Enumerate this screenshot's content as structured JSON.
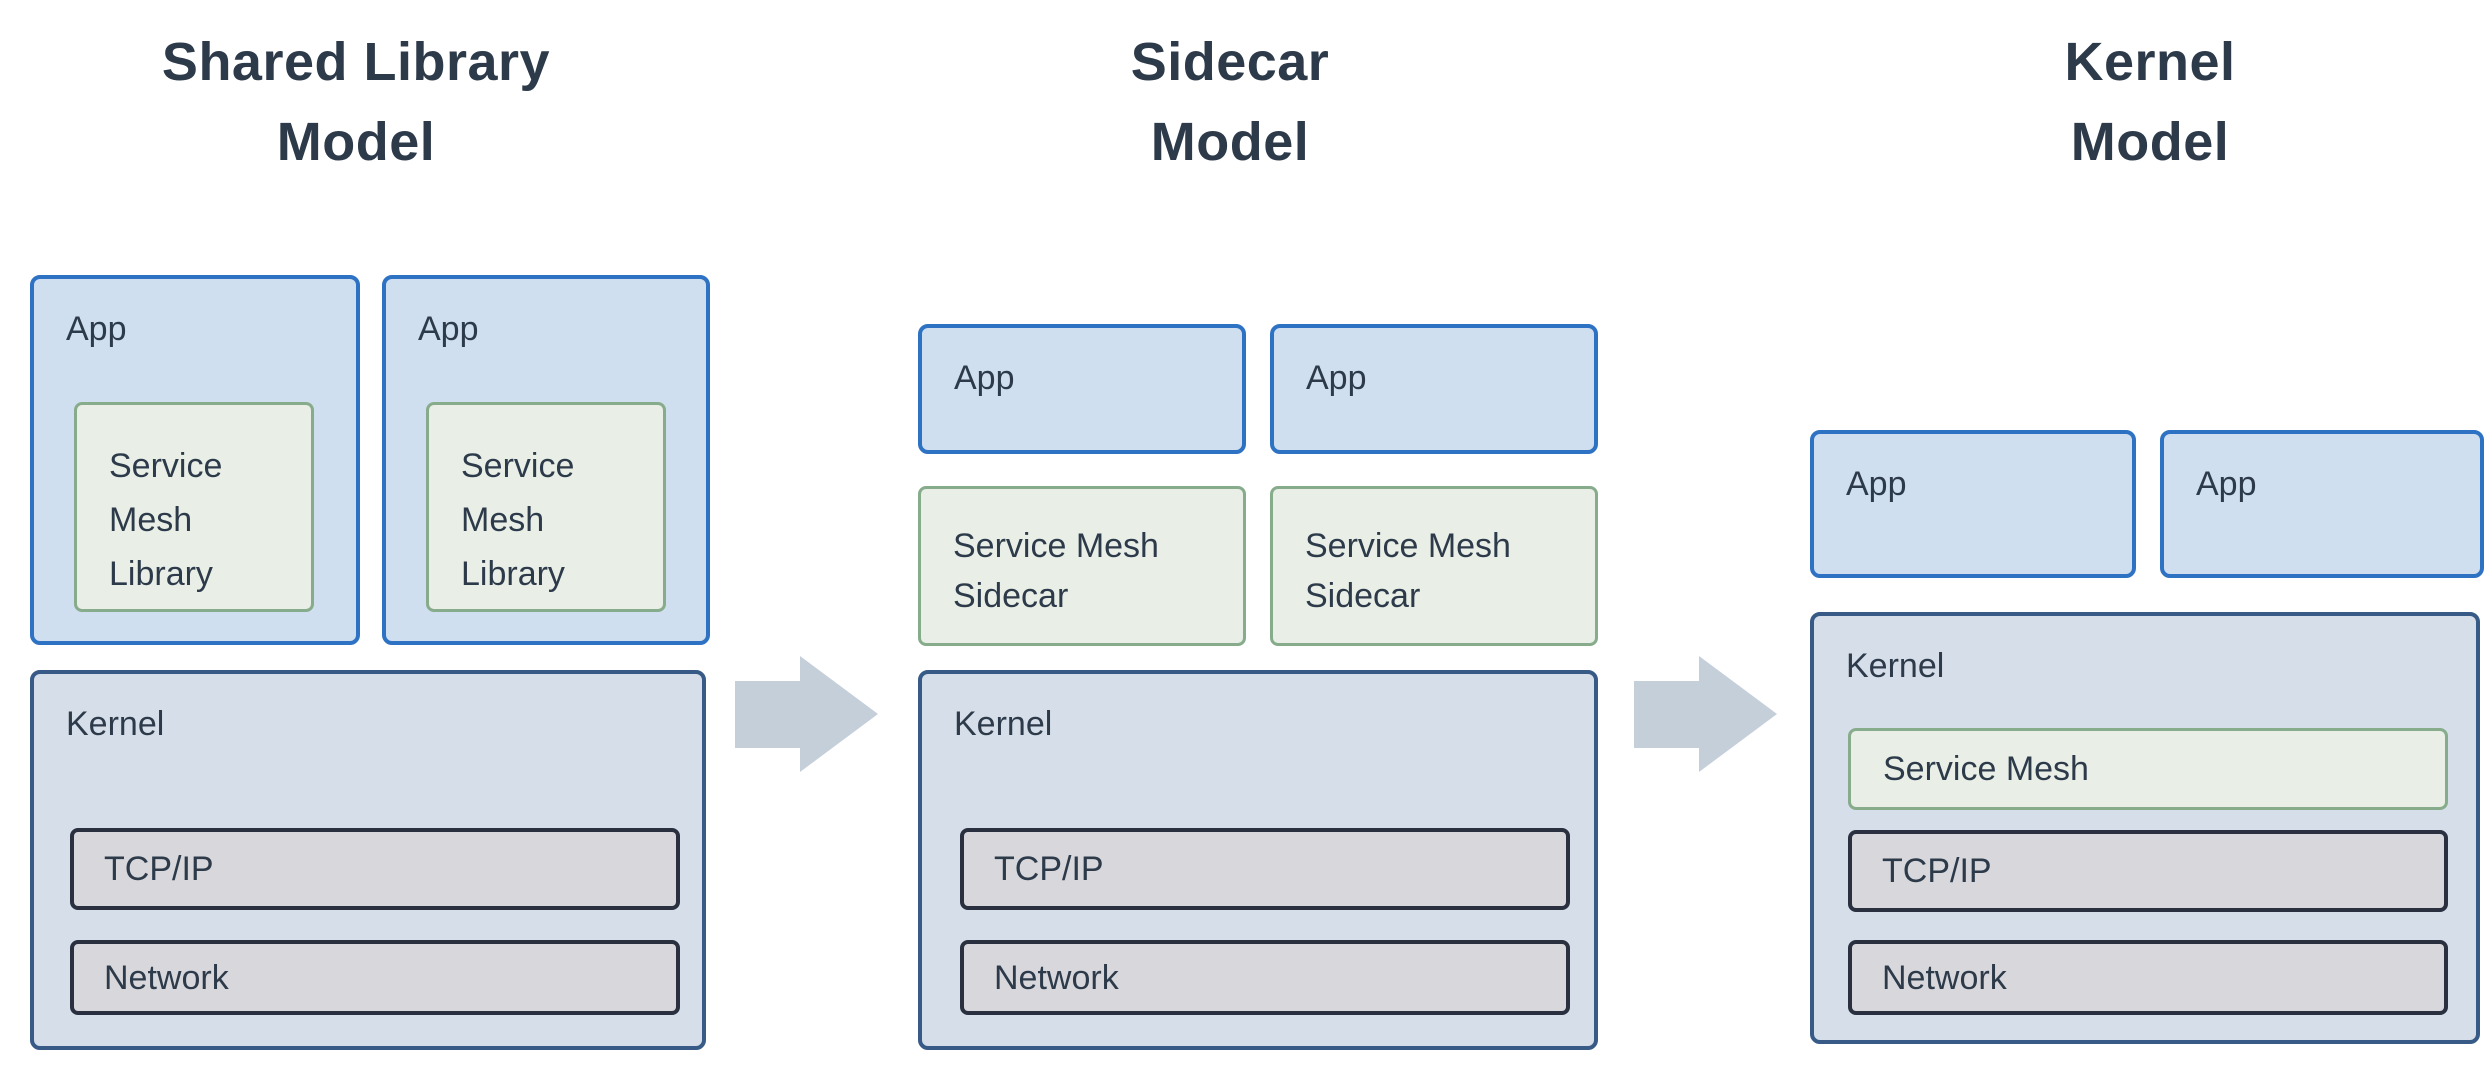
{
  "diagram": {
    "columns": [
      {
        "id": "shared-library-model",
        "title_line1": "Shared Library",
        "title_line2": "Model",
        "apps": [
          {
            "label": "App",
            "mesh_line1": "Service",
            "mesh_line2": "Mesh",
            "mesh_line3": "Library"
          },
          {
            "label": "App",
            "mesh_line1": "Service",
            "mesh_line2": "Mesh",
            "mesh_line3": "Library"
          }
        ],
        "kernel": {
          "label": "Kernel",
          "layer1": "TCP/IP",
          "layer2": "Network"
        }
      },
      {
        "id": "sidecar-model",
        "title_line1": "Sidecar",
        "title_line2": "Model",
        "apps": [
          {
            "label": "App"
          },
          {
            "label": "App"
          }
        ],
        "sidecars": [
          {
            "line1": "Service Mesh",
            "line2": "Sidecar"
          },
          {
            "line1": "Service Mesh",
            "line2": "Sidecar"
          }
        ],
        "kernel": {
          "label": "Kernel",
          "layer1": "TCP/IP",
          "layer2": "Network"
        }
      },
      {
        "id": "kernel-model",
        "title_line1": "Kernel",
        "title_line2": "Model",
        "apps": [
          {
            "label": "App"
          },
          {
            "label": "App"
          }
        ],
        "kernel": {
          "label": "Kernel",
          "mesh_label": "Service Mesh",
          "layer1": "TCP/IP",
          "layer2": "Network"
        }
      }
    ],
    "colors": {
      "app_fill": "#cfdfef",
      "app_border": "#2e72c4",
      "mesh_fill": "#e9efe7",
      "mesh_border": "#87ac8b",
      "kernel_fill": "#d6dee9",
      "kernel_border": "#375a87",
      "layer_fill": "#d8d8dc",
      "layer_border": "#2a3040",
      "arrow": "#c4cfda",
      "text": "#2d3a4a"
    }
  }
}
